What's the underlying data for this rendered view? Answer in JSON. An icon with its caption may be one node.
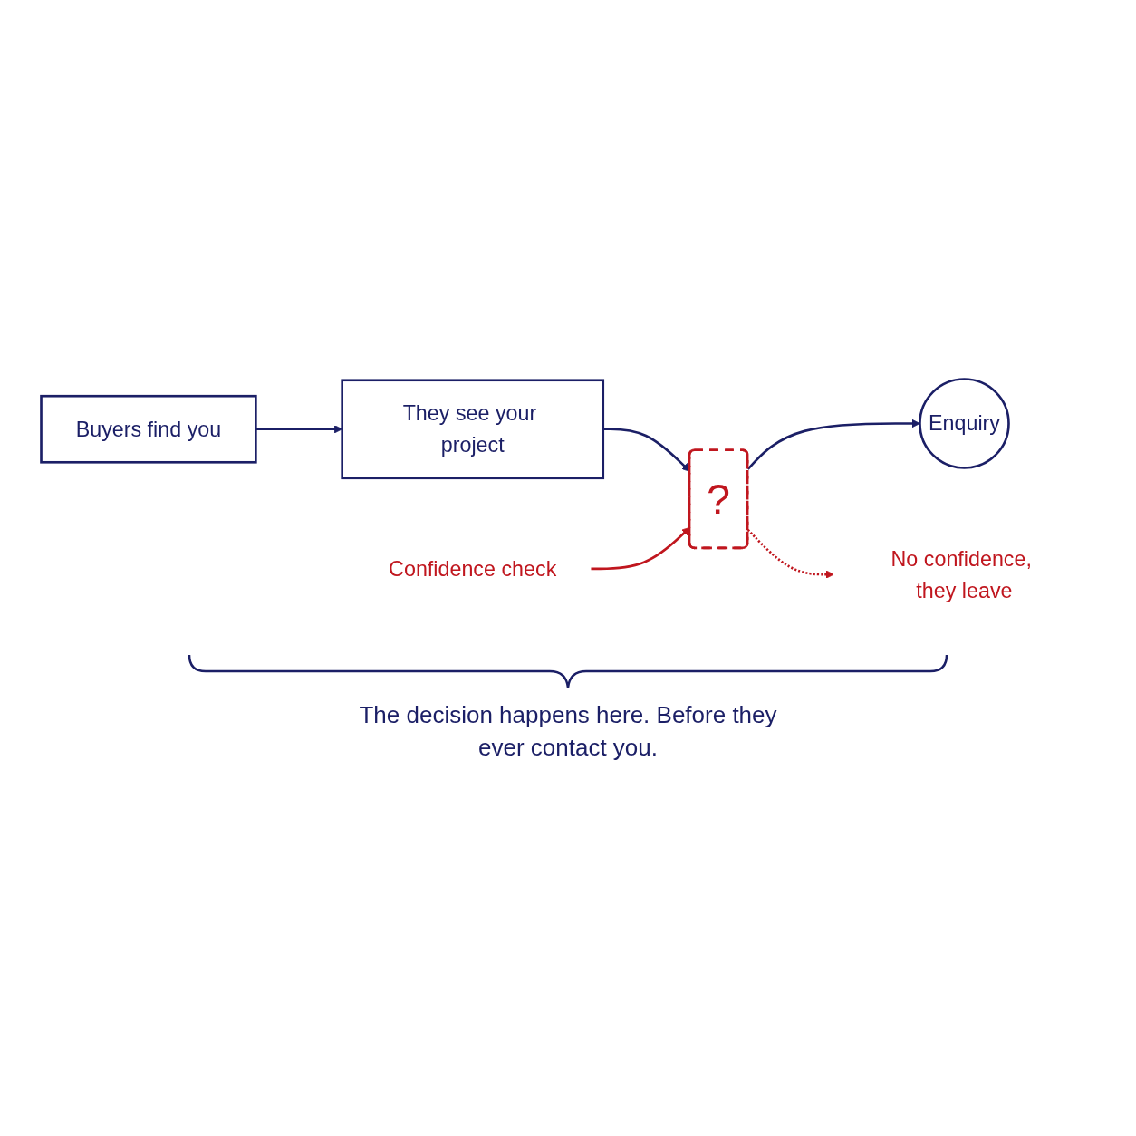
{
  "diagram": {
    "nodes": [
      {
        "text": [
          "Buyers find you"
        ]
      },
      {
        "text": [
          "They see your project"
        ]
      },
      {
        "text": [
          "Confidence check"
        ]
      },
      {
        "text": [
          "?"
        ]
      },
      {
        "text": [
          "Enquiry"
        ]
      },
      {
        "text": [
          "No confidence, they leave"
        ]
      }
    ],
    "edges": [
      {
        "from": 0,
        "to": 1,
        "arrow": "to"
      },
      {
        "from": 1,
        "to": 3,
        "arrow": "to"
      },
      {
        "from": 2,
        "to": 3,
        "arrow": "to",
        "color": "#c0161e"
      },
      {
        "from": 3,
        "to": 4,
        "arrow": "to"
      },
      {
        "from": 3,
        "to": 5,
        "arrow": "to",
        "style": "dashed",
        "color": "#c0161e"
      }
    ],
    "caption": "The decision happens here. Before they ever contact you."
  }
}
